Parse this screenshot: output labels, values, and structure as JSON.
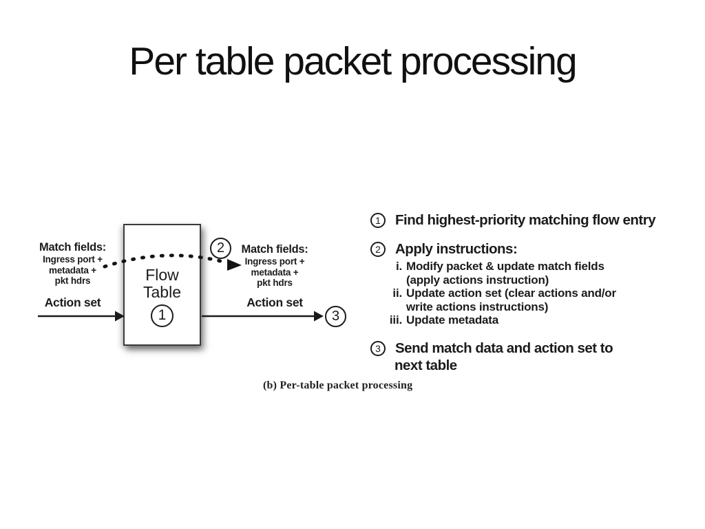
{
  "slide": {
    "title": "Per table packet processing"
  },
  "colors": {
    "ink": "#1b1b1b",
    "background": "#ffffff"
  },
  "diagram": {
    "left_input": {
      "match_fields_label": "Match fields:",
      "ingress": "Ingress port +",
      "metadata": "metadata +",
      "pkt_hdrs": "pkt hdrs",
      "action_set": "Action set"
    },
    "flow_table": {
      "name_line1": "Flow",
      "name_line2": "Table",
      "step": "1"
    },
    "arc_step": "2",
    "output_step": "3",
    "right_output": {
      "match_fields_label": "Match fields:",
      "ingress": "Ingress port +",
      "metadata": "metadata +",
      "pkt_hdrs": "pkt hdrs",
      "action_set": "Action set"
    },
    "caption": "(b) Per-table packet processing"
  },
  "instructions": {
    "item1": {
      "num": "1",
      "text": "Find highest-priority matching flow entry"
    },
    "item2": {
      "num": "2",
      "text": "Apply instructions:"
    },
    "item2_sub_lines": [
      {
        "marker": "i.",
        "text": "Modify packet & update match fields"
      },
      {
        "marker": "",
        "text": "(apply actions instruction)"
      },
      {
        "marker": "ii.",
        "text": "Update action set (clear actions and/or"
      },
      {
        "marker": "",
        "text": "write actions instructions)"
      },
      {
        "marker": "iii.",
        "text": "Update metadata"
      }
    ],
    "item3": {
      "num": "3",
      "line1": "Send match data and action set to",
      "line2": "next table"
    }
  }
}
